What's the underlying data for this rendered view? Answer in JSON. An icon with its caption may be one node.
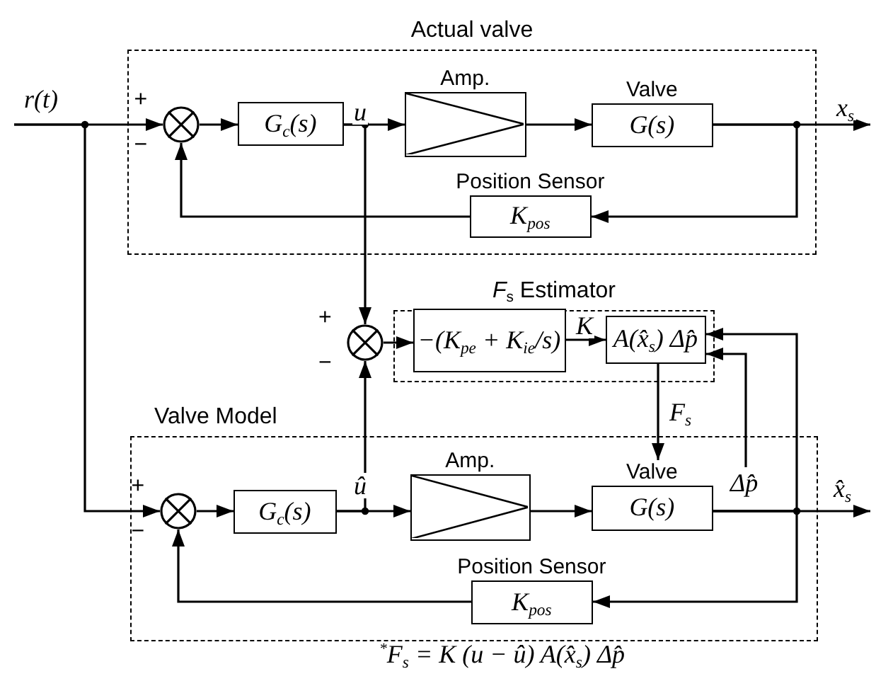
{
  "diagram": {
    "nodes": [
      {
        "text": [
          "Actual valve"
        ]
      },
      {
        "text": [],
        "shape": "circle",
        "in": 0,
        "beside": [
          "+",
          "−"
        ]
      },
      {
        "text": [
          "G$_{c}$(s)"
        ],
        "in": 0
      },
      {
        "text": [
          "Amp."
        ],
        "in": 0
      },
      {
        "text": [
          "Valve",
          "G(s)"
        ],
        "in": 0
      },
      {
        "text": [
          "Position Sensor",
          "K$_{pos}$"
        ],
        "in": 0
      },
      {
        "text": [
          "*F*$_{s}$ Estimator"
        ]
      },
      {
        "text": [],
        "shape": "circle",
        "beside": [
          "+",
          "−"
        ]
      },
      {
        "text": [
          "−(K$_{pe}$ + K$_{ie}$/s)"
        ],
        "in": 6
      },
      {
        "text": [
          "A(x̂$_{s}$) Δp̂"
        ],
        "in": 6
      },
      {
        "text": [
          "Valve Model"
        ]
      },
      {
        "text": [],
        "shape": "circle",
        "in": 10,
        "beside": [
          "+",
          "−"
        ]
      },
      {
        "text": [
          "G$_{c}$(s)"
        ],
        "in": 10
      },
      {
        "text": [
          "Amp."
        ],
        "in": 10
      },
      {
        "text": [
          "Valve",
          "G(s)"
        ],
        "in": 10
      },
      {
        "text": [
          "Position Sensor",
          "K$_{pos}$"
        ],
        "in": 10
      }
    ],
    "edges": [
      {
        "from": null,
        "to": 1,
        "arrow": "to",
        "label": "r(t)"
      },
      {
        "from": null,
        "to": 11,
        "arrow": "to"
      },
      {
        "from": 1,
        "to": 2,
        "arrow": "to"
      },
      {
        "from": 2,
        "to": 3,
        "arrow": "to",
        "label": "u"
      },
      {
        "from": 2,
        "to": 7,
        "arrow": "to"
      },
      {
        "from": 3,
        "to": 4,
        "arrow": "to"
      },
      {
        "from": 4,
        "to": null,
        "arrow": "to",
        "label": "x$_{s}$"
      },
      {
        "from": 4,
        "to": 5,
        "arrow": "to"
      },
      {
        "from": 5,
        "to": 1,
        "arrow": "to"
      },
      {
        "from": 7,
        "to": 8,
        "arrow": "to"
      },
      {
        "from": 8,
        "to": 9,
        "arrow": "to",
        "label": "K"
      },
      {
        "from": 9,
        "to": 14,
        "arrow": "to",
        "label": "F$_{s}$"
      },
      {
        "from": null,
        "to": 9,
        "arrow": "to",
        "label": "Δp̂"
      },
      {
        "from": 14,
        "to": 9,
        "arrow": "to"
      },
      {
        "from": 14,
        "to": null,
        "arrow": "to",
        "label": "x̂$_{s}$"
      },
      {
        "from": 14,
        "to": 15,
        "arrow": "to"
      },
      {
        "from": 15,
        "to": 11,
        "arrow": "to"
      },
      {
        "from": 11,
        "to": 12,
        "arrow": "to"
      },
      {
        "from": 12,
        "to": 13,
        "arrow": "to",
        "label": "û"
      },
      {
        "from": 12,
        "to": 7,
        "arrow": "to"
      },
      {
        "from": 13,
        "to": 14,
        "arrow": "to"
      }
    ],
    "labels": [
      "$^{*}$F$_{s}$ = K (u − û) A(x̂$_{s}$) Δp̂"
    ]
  }
}
